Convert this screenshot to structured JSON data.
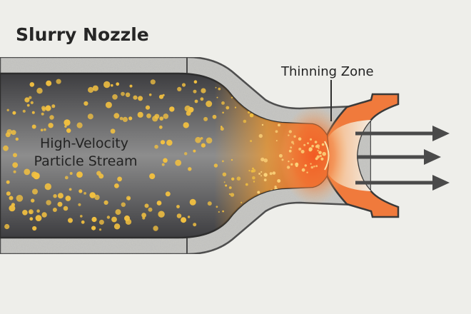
{
  "title": "Slurry Nozzle",
  "labels": {
    "stream_line1": "High-Velocity",
    "stream_line2": "Particle Stream",
    "thinning_zone": "Thinning Zone"
  },
  "colors": {
    "background": "#eeeeea",
    "shell": "#c9c9c6",
    "shell_outline": "#4a4a4a",
    "bore_dark": "#3f3f41",
    "bore_light": "#8a8a8a",
    "particle": "#f2c040",
    "hot": "#f26a2a",
    "flange": "#f07a3c",
    "arrow": "#4a4a4a"
  },
  "icons": [
    "flow-arrow-icon"
  ]
}
